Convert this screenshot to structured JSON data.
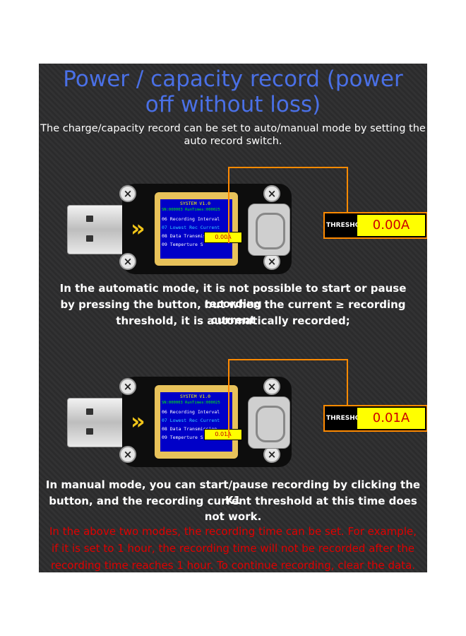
{
  "title_line1": "Power / capacity record (power",
  "title_line2": "off without loss)",
  "subtitle_line1": "The charge/capacity record can be set to auto/manual mode by setting the",
  "subtitle_line2": "auto record switch.",
  "device1": {
    "lcd": [
      "SYSTEM V1.0",
      "SN:000003 RunTimes:000025",
      "06 Recording Interval",
      "07 Lowest Rec Current",
      "08 Data Transmiss",
      "09 Temperture S"
    ],
    "screen_value": "0.00A",
    "threshold_label": "THRESHOLD",
    "threshold_value": "0.00A"
  },
  "auto_desc": [
    "In the automatic mode, it is not possible to start or pause  recording",
    "by pressing the button, but when the current ≥ recording current",
    "threshold, it is automatically recorded;"
  ],
  "device2": {
    "lcd": [
      "SYSTEM V1.0",
      "SN:000003 RunTimes:000025",
      "06 Recording Interval",
      "07 Lowest Rec Current",
      "08 Data Transmission",
      "09 Temperture S"
    ],
    "screen_value": "0.01A",
    "threshold_label": "THRESHOLD",
    "threshold_value": "0.01A"
  },
  "manual_desc": [
    "In manual mode, you can start/pause recording by clicking the K1",
    "button, and the recording current threshold at this time does not work."
  ],
  "note": [
    "In the above two modes, the recording time can be set. For example,",
    "if it is set to 1 hour, the recording time will not be recorded after the",
    "recording time reaches 1 hour. To continue recording, clear the data."
  ],
  "colors": {
    "title": "#4a70e6",
    "note": "#e00000",
    "threshold_value": "#ffff00",
    "callout": "#ff8a00"
  },
  "icons": [
    "screw-icon",
    "double-chevron-icon"
  ]
}
